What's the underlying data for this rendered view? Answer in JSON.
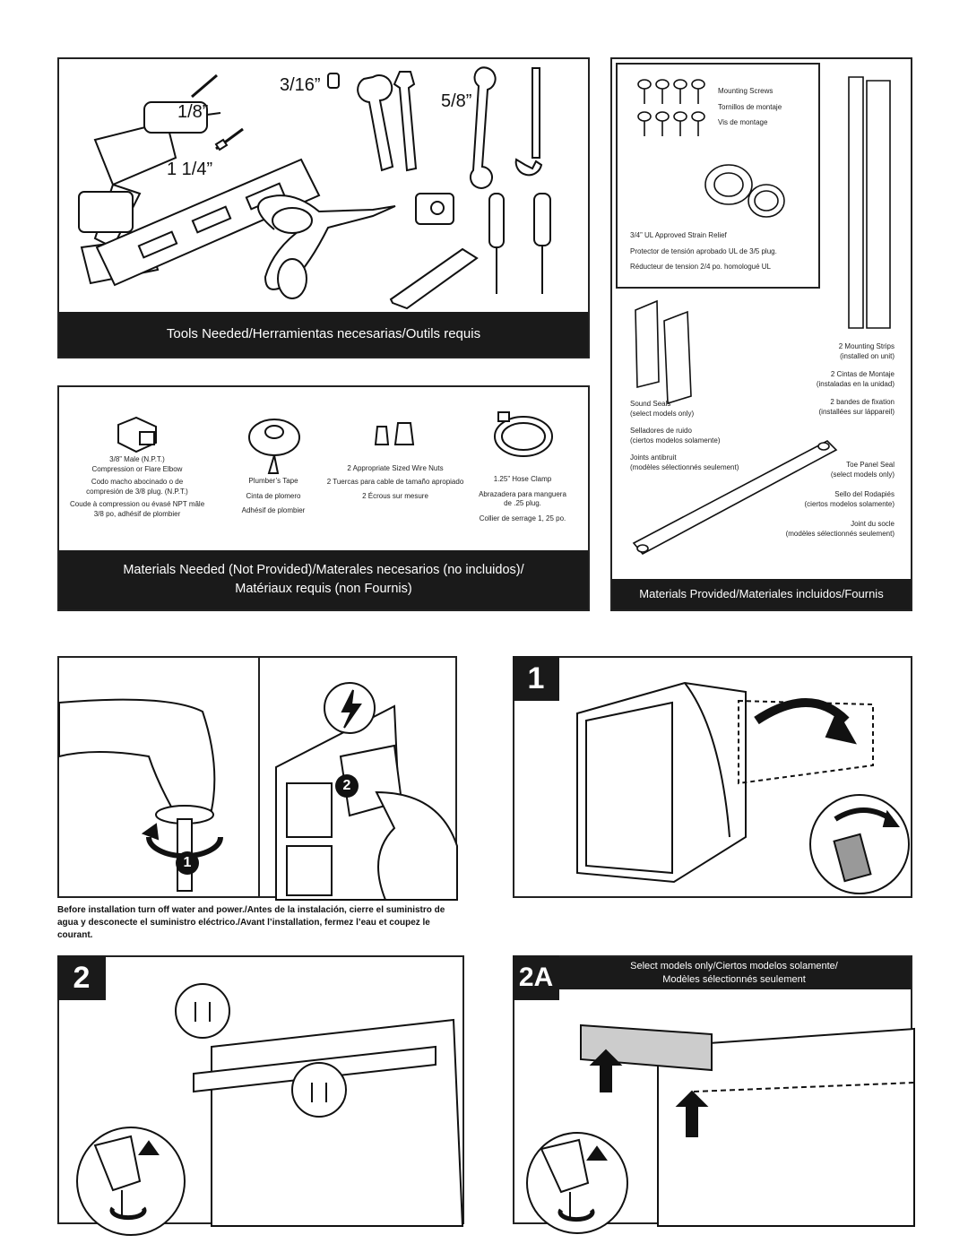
{
  "tools": {
    "sizes": [
      "3/16”",
      "1/8”",
      "5/8”",
      "1 1/4”"
    ],
    "title": "Tools Needed/Herramientas necesarias/Outils requis"
  },
  "materials_needed": {
    "elbow": [
      "3/8” Male (N.P.T.)",
      "Compression or Flare Elbow",
      "Codo macho abocinado o de",
      "compresión de 3/8 plug. (N.P.T.)",
      "Coude à compression ou évasé NPT mâle",
      "3/8 po, adhésif de plombier"
    ],
    "tape": [
      "Plumber’s Tape",
      "Cinta de plomero",
      "Adhésif de plombier"
    ],
    "nuts": [
      "2 Appropriate Sized Wire Nuts",
      "2 Tuercas para cable de tamaño apropiado",
      "2 Écrous sur mesure"
    ],
    "clamp": [
      "1.25” Hose Clamp",
      "Abrazadera para manguera",
      "de .25 plug.",
      "Collier de serrage 1, 25 po."
    ],
    "title_line1": "Materials Needed (Not Provided)/Materales necesarios (no incluidos)/",
    "title_line2": "Matériaux requis (non Fournis)"
  },
  "materials_provided": {
    "screws": [
      "Mounting Screws",
      "Tornillos de montaje",
      "Vis de montage"
    ],
    "strain": [
      "3/4” UL Approved Strain Relief",
      "Protector de tensión aprobado UL de 3/5 plug.",
      "Réducteur de tension 2/4 po. homologué UL"
    ],
    "strips": [
      "2 Mounting Strips",
      "(installed on unit)",
      "2 Cintas de Montaje",
      "(instaladas en la unidad)",
      "2 bandes de fixation",
      "(installées sur láppareil)"
    ],
    "seals": [
      "Sound Seals",
      "(select models only)",
      "Selladores de ruido",
      "(ciertos modelos solamente)",
      "Joints antibruit",
      "(modèles sélectionnés seulement)"
    ],
    "toe": [
      "Toe Panel Seal",
      "(select models only)",
      "Sello del Rodapiés",
      "(ciertos modelos solamente)",
      "Joint du socle",
      "(modèles sélectionnés seulement)"
    ],
    "title": "Materials Provided/Materiales incluidos/Fournis"
  },
  "steps": {
    "s1": "1",
    "s2": "2",
    "s2a": "2A",
    "callout1": "1",
    "callout2": "2",
    "warning": "Before installation turn off water and power./Antes de la instalación, cierre el suministro de agua y desconecte el suministro eléctrico./Avant l’installation, fermez l’eau et coupez le courant.",
    "select_line1": "Select models only/Ciertos modelos solamente/",
    "select_line2": "Modèles sélectionnés seulement"
  }
}
